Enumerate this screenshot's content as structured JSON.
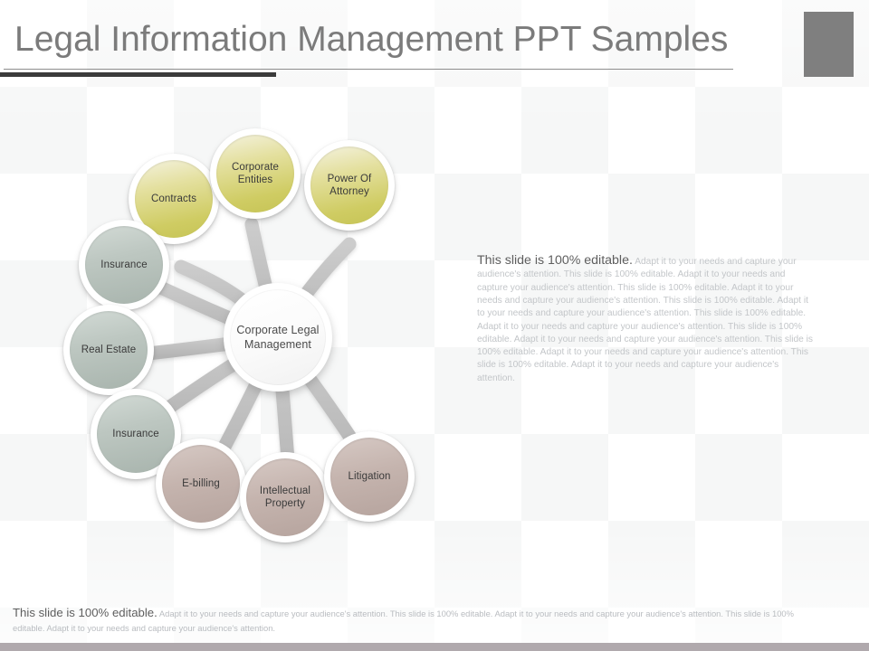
{
  "slide": {
    "title": "Legal Information Management PPT Samples"
  },
  "diagram": {
    "hub": {
      "label": "Corporate Legal Management",
      "color": "#fbfbfb"
    },
    "nodes": [
      {
        "label": "Contracts",
        "group": "olive",
        "color": "#cfcc63"
      },
      {
        "label": "Corporate Entities",
        "group": "olive",
        "color": "#cfcc63"
      },
      {
        "label": "Power Of Attorney",
        "group": "olive",
        "color": "#cfcc63"
      },
      {
        "label": "Insurance",
        "group": "sage",
        "color": "#b4bfb8"
      },
      {
        "label": "Real Estate",
        "group": "sage",
        "color": "#b4bfb8"
      },
      {
        "label": "Insurance",
        "group": "sage",
        "color": "#b4bfb8"
      },
      {
        "label": "E-billing",
        "group": "mauve",
        "color": "#c0b0ab"
      },
      {
        "label": "Intellectual Property",
        "group": "mauve",
        "color": "#c0b0ab"
      },
      {
        "label": "Litigation",
        "group": "mauve",
        "color": "#c0b0ab"
      }
    ],
    "connector_color": "#bdbdbd"
  },
  "body_copy": {
    "lead": "This slide is 100% editable.",
    "rest": " Adapt it to your needs and capture your audience's attention. This slide is 100% editable. Adapt it to your needs and capture your audience's attention. This slide is 100% editable. Adapt it to your needs and capture your audience's attention. This slide is 100% editable. Adapt it to your needs and capture your audience's attention. This slide is 100% editable. Adapt it to your needs and capture your audience's attention. This slide is 100% editable. Adapt it to your needs and capture your audience's attention. This slide is 100% editable. Adapt it to your needs and capture your audience's attention. This slide is 100% editable. Adapt it to your needs and capture your audience's attention."
  },
  "footer_copy": {
    "lead": "This slide is 100% editable.",
    "rest": " Adapt it to your needs and capture your audience's attention. This slide is 100% editable. Adapt it to your needs and capture your audience's attention. This slide is 100% editable. Adapt it to your needs and capture your audience's attention."
  },
  "decor": {
    "header_box_color": "#7f7f7f",
    "rule_thick_color": "#3b3b3b",
    "rule_thin_color": "#8d8d8d",
    "footer_bar_color": "#b0a9ad"
  }
}
